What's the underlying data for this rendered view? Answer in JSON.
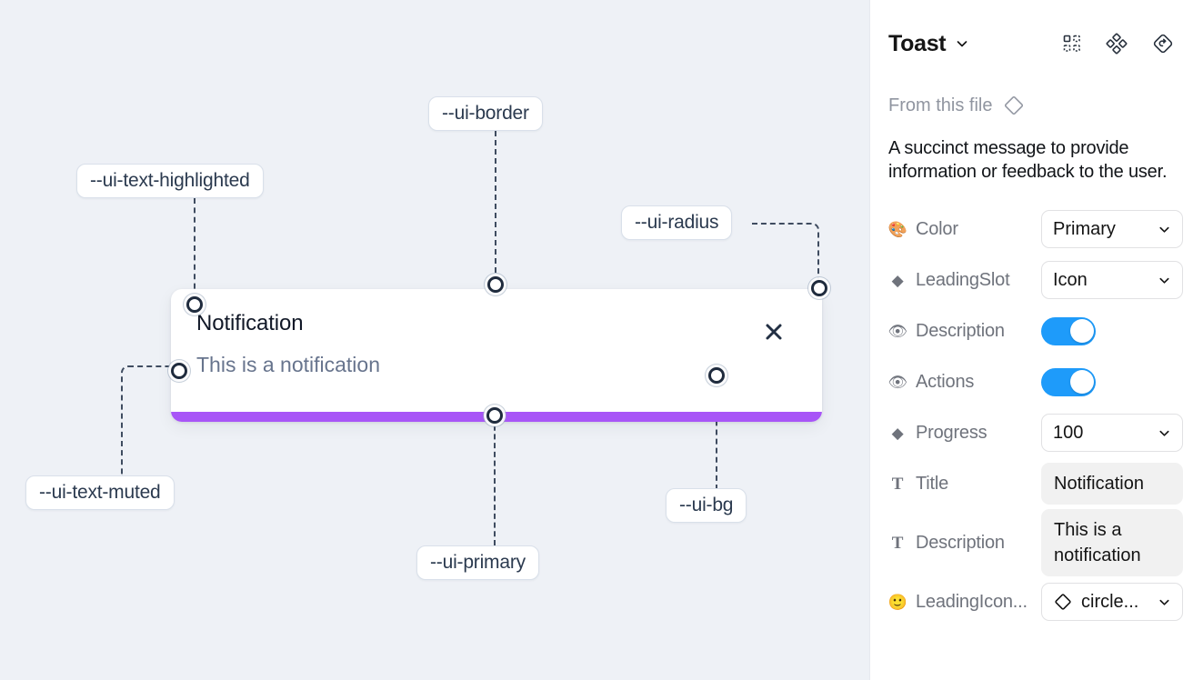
{
  "canvas": {
    "background_color": "#eef1f6",
    "toast": {
      "title": "Notification",
      "description": "This is a notification",
      "close_icon": "close-x-icon",
      "progress_color": "#a855f7",
      "background_color": "#ffffff"
    },
    "annotations": [
      {
        "id": "border",
        "label": "--ui-border"
      },
      {
        "id": "highlight",
        "label": "--ui-text-highlighted"
      },
      {
        "id": "radius",
        "label": "--ui-radius"
      },
      {
        "id": "muted",
        "label": "--ui-text-muted"
      },
      {
        "id": "bg",
        "label": "--ui-bg"
      },
      {
        "id": "primary",
        "label": "--ui-primary"
      }
    ]
  },
  "panel": {
    "title": "Toast",
    "title_caret_icon": "chevron-down-icon",
    "header_icons": [
      {
        "name": "component-grid-icon"
      },
      {
        "name": "four-diamonds-icon"
      },
      {
        "name": "reset-diamond-icon"
      }
    ],
    "from_file": {
      "label": "From this file",
      "icon": "diamond-icon"
    },
    "description": "A succinct message to provide information or feedback to the user.",
    "properties": [
      {
        "name": "Color",
        "icon": "palette-emoji",
        "icon_glyph": "🎨",
        "control": "select",
        "value": "Primary"
      },
      {
        "name": "LeadingSlot",
        "icon": "diamond-filled-icon",
        "icon_glyph": "◆",
        "control": "select",
        "value": "Icon"
      },
      {
        "name": "Description",
        "icon": "eye-emoji",
        "icon_glyph": "👁",
        "control": "toggle",
        "value": "on"
      },
      {
        "name": "Actions",
        "icon": "eye-emoji",
        "icon_glyph": "👁",
        "control": "toggle",
        "value": "on"
      },
      {
        "name": "Progress",
        "icon": "diamond-filled-icon",
        "icon_glyph": "◆",
        "control": "select",
        "value": "100"
      },
      {
        "name": "Title",
        "icon": "text-t-icon",
        "icon_glyph": "T",
        "control": "textfield",
        "value": "Notification"
      },
      {
        "name": "Description",
        "icon": "text-t-icon",
        "icon_glyph": "T",
        "control": "textfield",
        "value": "This is a notification"
      },
      {
        "name": "LeadingIcon...",
        "icon": "smiley-emoji",
        "icon_glyph": "🙂",
        "control": "select-with-icon",
        "value": "circle...",
        "lead_icon": "diamond-outline-icon"
      }
    ],
    "colors": {
      "toggle_on": "#1e9bfa",
      "field_bg": "#f1f1f1",
      "border": "#e1e1e3"
    }
  }
}
